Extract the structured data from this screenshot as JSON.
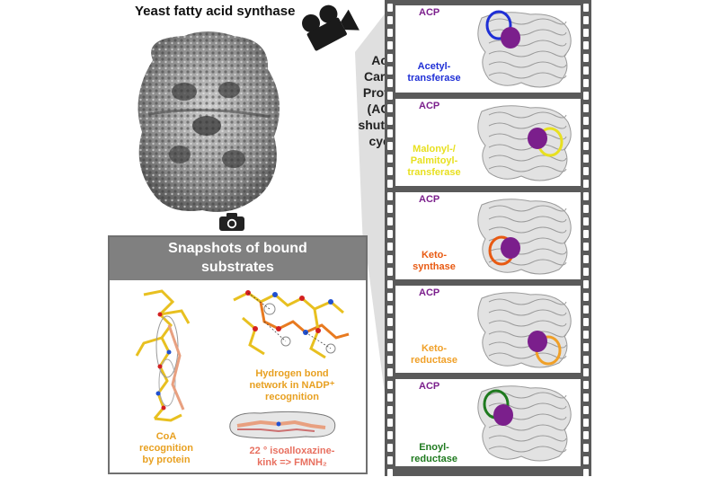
{
  "title": "Yeast fatty acid synthase",
  "cycle_label": [
    "Acyl",
    "Carrier",
    "Protein",
    "(ACP)",
    "shuttling",
    "cycle"
  ],
  "snapshots": {
    "header_line1": "Snapshots of bound",
    "header_line2": "substrates",
    "coa_label": [
      "CoA",
      "recognition",
      "by protein"
    ],
    "nadp_label": [
      "Hydrogen bond",
      "network in NADP⁺",
      "recognition"
    ],
    "fmn_label_line1": "22 ° isoalloxazine-",
    "fmn_label_line2": "kink => FMNH₂"
  },
  "frames": [
    {
      "acp": "ACP",
      "enzyme": [
        "Acetyl-",
        "transferase"
      ],
      "color": "#1f2fd6"
    },
    {
      "acp": "ACP",
      "enzyme": [
        "Malonyl-/",
        "Palmitoyl-",
        "transferase"
      ],
      "color": "#e8e020"
    },
    {
      "acp": "ACP",
      "enzyme": [
        "Keto-",
        "synthase"
      ],
      "color": "#e85a12"
    },
    {
      "acp": "ACP",
      "enzyme": [
        "Keto-",
        "reductase"
      ],
      "color": "#f0a028"
    },
    {
      "acp": "ACP",
      "enzyme": [
        "Enoyl-",
        "reductase"
      ],
      "color": "#1f7a1f"
    }
  ],
  "colors": {
    "acp": "#7b1f8c",
    "film": "#5a5a5a",
    "protein": "#9a9a9a"
  }
}
